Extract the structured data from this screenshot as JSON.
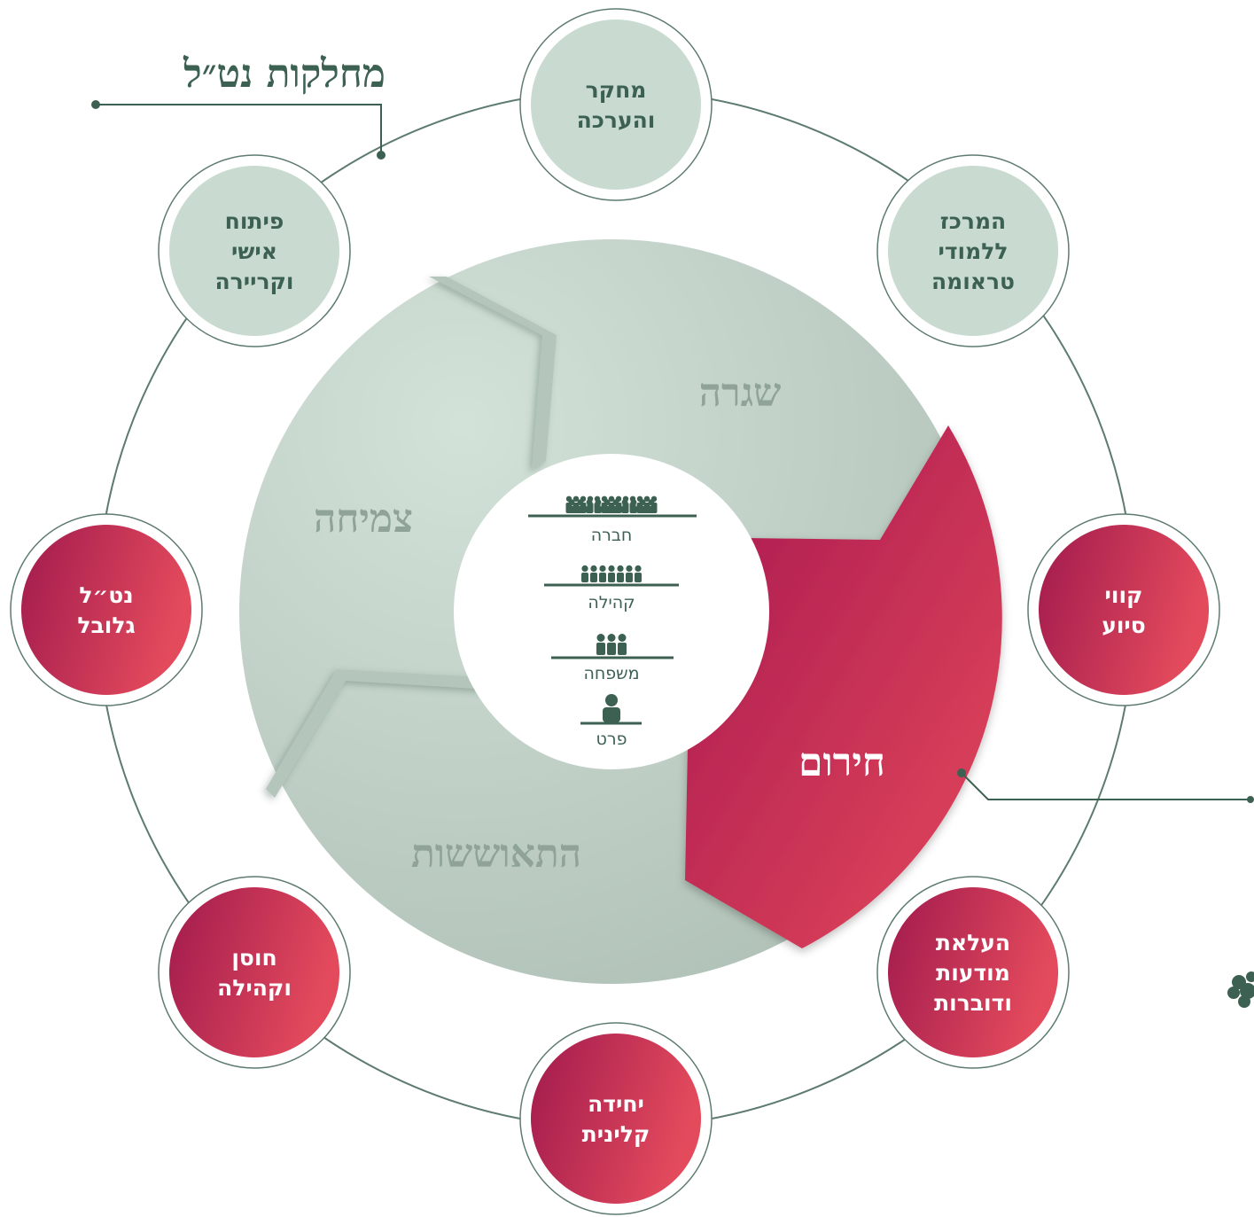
{
  "title": "מחלקות נט״ל",
  "colors": {
    "sage_light": "#c9dbd0",
    "sage_dark": "#a9bcb2",
    "sage_text": "#8fa399",
    "dark_green": "#3c6152",
    "ring_line": "#5d7b6e",
    "crimson_start": "#a11a4e",
    "crimson_end": "#e34a5c"
  },
  "center_levels": [
    {
      "label": "חברה",
      "icon": "society-crowd-icon"
    },
    {
      "label": "קהילה",
      "icon": "community-group-icon"
    },
    {
      "label": "משפחה",
      "icon": "family-group-icon"
    },
    {
      "label": "פרט",
      "icon": "individual-person-icon"
    }
  ],
  "phases": [
    {
      "label": "שגרה",
      "highlighted": false
    },
    {
      "label": "צמיחה",
      "highlighted": false
    },
    {
      "label": "התאוששות",
      "highlighted": false
    },
    {
      "label": "חירום",
      "highlighted": true
    }
  ],
  "departments": [
    {
      "id": "research",
      "lines": [
        "מחקר",
        "והערכה"
      ],
      "style": "sage"
    },
    {
      "id": "trauma-center",
      "lines": [
        "המרכז",
        "ללמודי",
        "טראומה"
      ],
      "style": "sage"
    },
    {
      "id": "support-lines",
      "lines": [
        "קווי",
        "סיוע"
      ],
      "style": "crimson"
    },
    {
      "id": "awareness",
      "lines": [
        "העלאת",
        "מודעות",
        "ודוברות"
      ],
      "style": "crimson"
    },
    {
      "id": "clinical-unit",
      "lines": [
        "יחידה",
        "קלינית"
      ],
      "style": "crimson"
    },
    {
      "id": "resilience",
      "lines": [
        "חוסן",
        "וקהילה"
      ],
      "style": "crimson"
    },
    {
      "id": "natal-global",
      "lines": [
        "נט״ל",
        "גלובל"
      ],
      "style": "crimson"
    },
    {
      "id": "career",
      "lines": [
        "פיתוח",
        "אישי",
        "וקריירה"
      ],
      "style": "sage"
    }
  ]
}
